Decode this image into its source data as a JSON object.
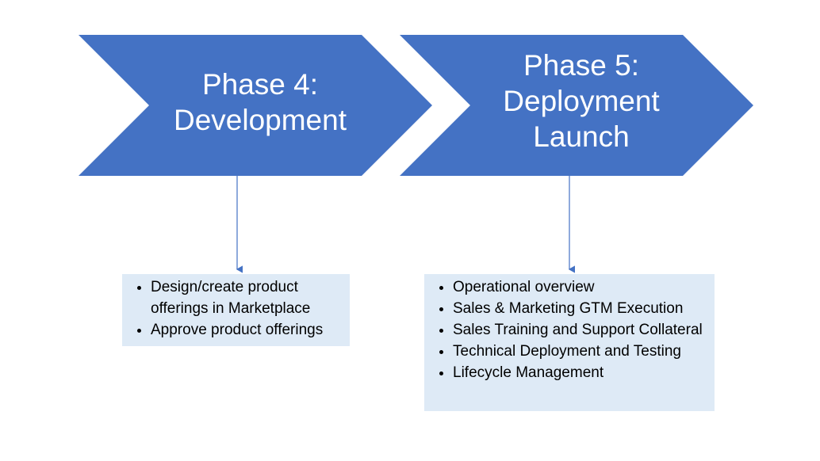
{
  "colors": {
    "chevron": "#4472C4",
    "box": "#DEEAF6",
    "arrow": "#4472C4"
  },
  "phases": [
    {
      "title_lines": [
        "Phase 4:",
        "Development"
      ],
      "items": [
        "Design/create product offerings in Marketplace",
        "Approve product offerings"
      ]
    },
    {
      "title_lines": [
        "Phase 5:",
        "Deployment",
        "Launch"
      ],
      "items": [
        "Operational overview",
        "Sales & Marketing GTM Execution",
        "Sales Training and Support Collateral",
        "Technical Deployment and Testing",
        "Lifecycle Management"
      ]
    }
  ]
}
